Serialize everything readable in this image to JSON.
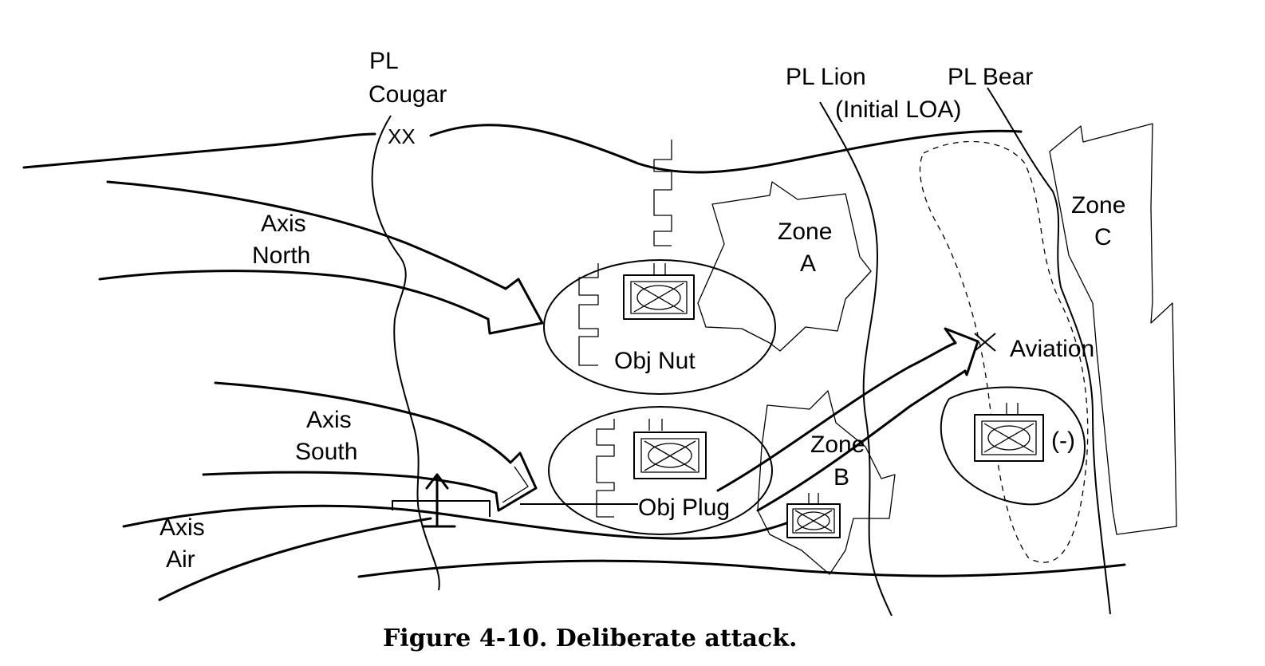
{
  "phase_lines": {
    "cougar_pl": "PL",
    "cougar_name": "Cougar",
    "boundary_mark": "XX",
    "lion": "PL Lion",
    "lion_note": "(Initial LOA)",
    "bear": "PL Bear"
  },
  "axes": {
    "north_line1": "Axis",
    "north_line2": "North",
    "south_line1": "Axis",
    "south_line2": "South",
    "air_line1": "Axis",
    "air_line2": "Air",
    "aviation": "Aviation"
  },
  "objectives": {
    "nut": "Obj Nut",
    "plug": "Obj Plug"
  },
  "zones": {
    "a_line1": "Zone",
    "a_line2": "A",
    "b_line1": "Zone",
    "b_line2": "B",
    "c_line1": "Zone",
    "c_line2": "C"
  },
  "unit_modifier": "(-)",
  "caption": "Figure 4-10. Deliberate attack."
}
